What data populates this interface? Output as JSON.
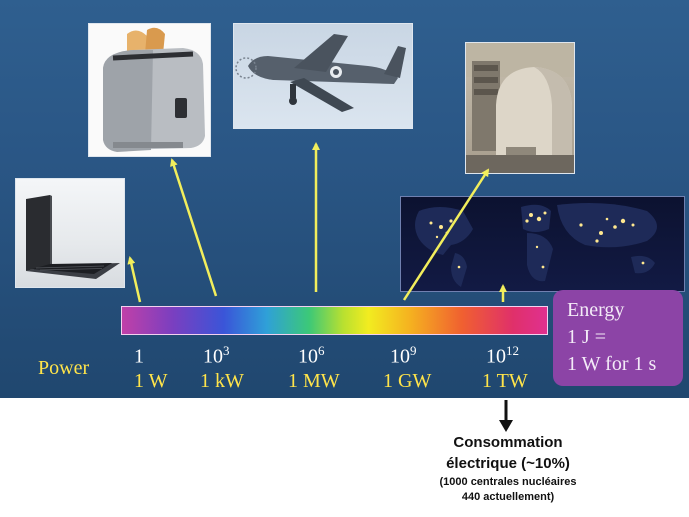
{
  "scale": {
    "row_label": "Power",
    "ticks": [
      {
        "power": "1",
        "exponent": "",
        "unit": "1 W"
      },
      {
        "power": "10",
        "exponent": "3",
        "unit": "1 kW"
      },
      {
        "power": "10",
        "exponent": "6",
        "unit": "1 MW"
      },
      {
        "power": "10",
        "exponent": "9",
        "unit": "1 GW"
      },
      {
        "power": "10",
        "exponent": "12",
        "unit": "1 TW"
      }
    ]
  },
  "energy": {
    "title": "Energy",
    "line1": "1 J =",
    "line2": "1 W for 1 s"
  },
  "note": {
    "line1": "Consommation",
    "line2": "électrique (~10%)",
    "line3": "(1000 centrales nucléaires",
    "line4": "440 actuellement)"
  },
  "colors": {
    "arrow": "#f2ee5c",
    "unit_text": "#ffe44a",
    "energy_box": "#8c44a6"
  }
}
